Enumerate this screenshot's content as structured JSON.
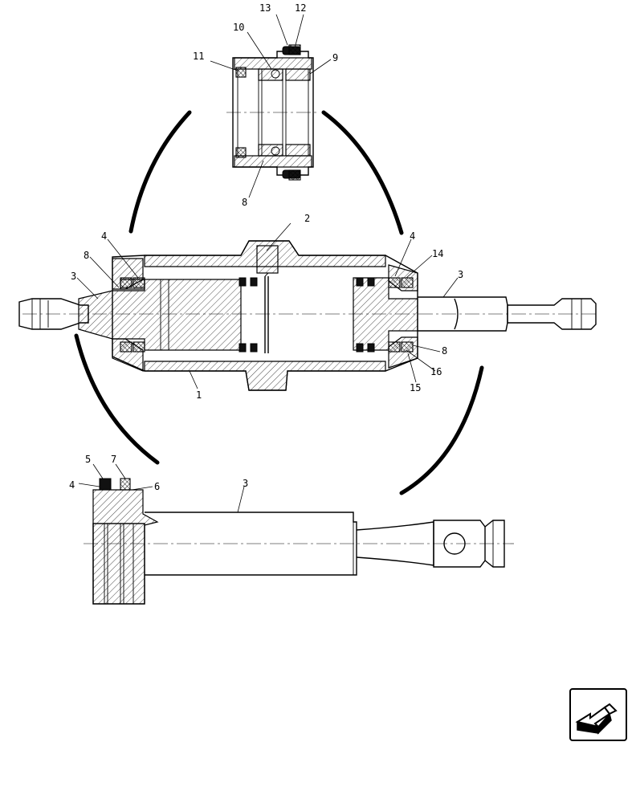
{
  "diagram": {
    "callouts": {
      "top_view": [
        "13",
        "12",
        "10",
        "11",
        "9",
        "8"
      ],
      "main_view": [
        "2",
        "4",
        "8",
        "3",
        "4",
        "14",
        "3",
        "8",
        "16",
        "15",
        "1"
      ],
      "bottom_view": [
        "5",
        "7",
        "4",
        "6",
        "3"
      ]
    }
  },
  "navigation": {
    "back_icon": "arrow-back-left-icon"
  }
}
